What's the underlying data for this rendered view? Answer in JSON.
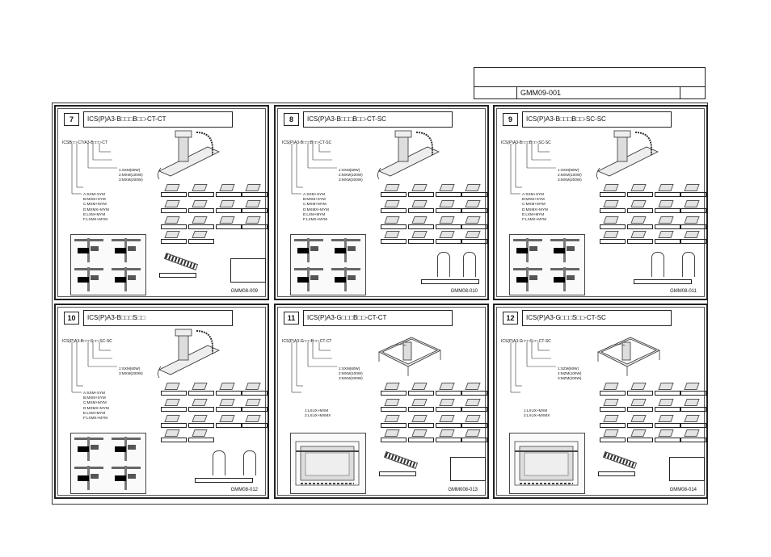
{
  "header": {
    "doc_no": "GMM09-001"
  },
  "panels": [
    {
      "num": "7",
      "title": "ICS(P)A3-B□□□B□□-CT-CT",
      "code": "ICSB□□-CT/A3-B□□□-CT",
      "opts1": "1:SXM(60W)\n2:MXM(100W)\n3:MXM(200W)",
      "opts2": "A:SXM+SYM\nB:MXM+SYM\nC:MXM+MYM\nD:MXMX+MYM\nE:LXM+MYM\nF:LXMX+MYM",
      "footer": "GMM08-009"
    },
    {
      "num": "8",
      "title": "ICS(P)A3-B□□□B□□-CT-SC",
      "code": "ICS(P)A3-B□□□B□□-CT-SC",
      "opts1": "1:SXM(60W)\n2:MXM(100W)\n3:MXM(200W)",
      "opts2": "A:SXM+SYM\nB:MXM+SYM\nC:MXM+MYM\nD:MXMX+MYM\nE:LXM+MYM\nF:LXMX+MYM",
      "footer": "GMM08-010"
    },
    {
      "num": "9",
      "title": "ICS(P)A3-B□□□B□□-SC-SC",
      "code": "ICS(P)A3-B□□□B□□-SC-SC",
      "opts1": "1:SXM(60W)\n2:MXM(100W)\n3:MXM(200W)",
      "opts2": "A:SXM+SYM\nB:MXM+SYM\nC:MXM+MYM\nD:MXMX+MYM\nE:LXM+MYM\nF:LXMX+MYM",
      "footer": "GMM08-011"
    },
    {
      "num": "10",
      "title": "ICS(P)A3-B□□□S□□",
      "code": "ICS(P)A3-B□□□S□□-SC-SC",
      "opts1": "1:SXM(60W)\n3:MXM(200W)",
      "opts2": "A:SXM+SYM\nB:MXM+SYM\nC:MXM+MYM\nD:MXMX+MYM\nE:LXM+MYM\nF:LXMX+MYM",
      "footer": "GMM08-012"
    },
    {
      "num": "11",
      "title": "ICS(P)A3-G□□□B□□-CT-CT",
      "code": "ICS(P)A3-G□□□B□□-CT-CT",
      "opts1": "1:SXM(60W)\n2:MXM(100W)\n3:MXM(200W)",
      "opts2": "1:LXUX+MXM\n2:LXUX+MXMX",
      "footer": "GMM008-013"
    },
    {
      "num": "12",
      "title": "ICS(P)A3-G□□□S□□-CT-SC",
      "code": "ICS(P)A3-G□□□S□□-CT-SC",
      "opts1": "1:SZM(60W)\n2:MZM(100W)\n3:MZM(200W)",
      "opts2": "1:LXUX+MXM\n2:LXUX+MXMX",
      "footer": "GMM08-014"
    }
  ]
}
